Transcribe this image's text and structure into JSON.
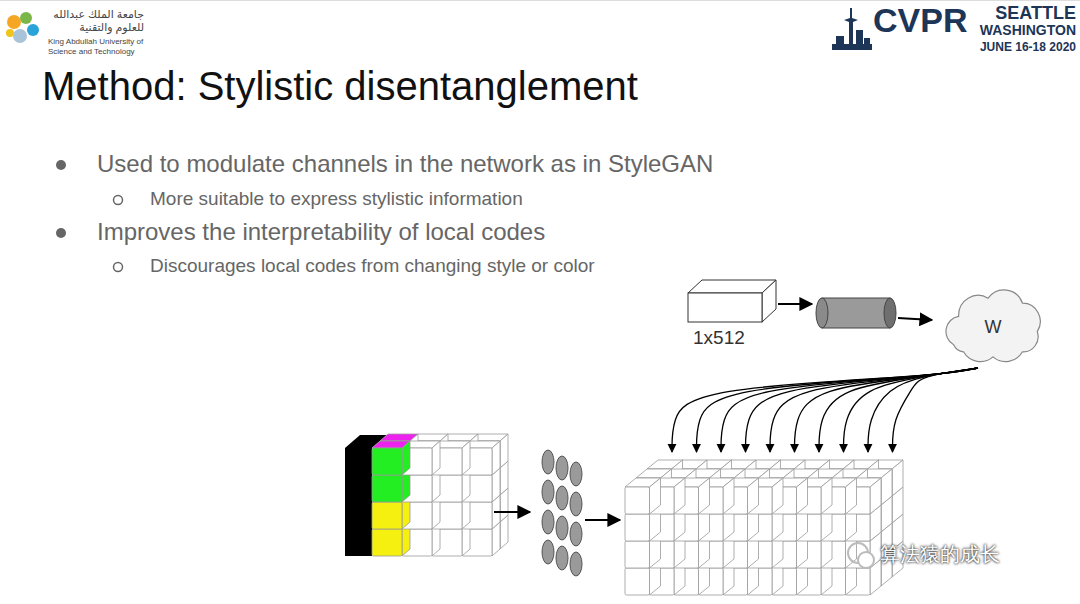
{
  "diagram": {
    "title": "Method: Stylistic disentanglement",
    "nodes": [
      {
        "text": [
          "1x512"
        ]
      },
      {
        "text": [
          "W"
        ]
      }
    ],
    "labels": [
      "جامعة الملك عبدالله",
      "للعلوم والتقنية",
      "King Abdullah University of",
      "Science and Technology",
      "CVPR",
      "SEATTLE",
      "WASHINGTON",
      "JUNE 16-18 2020",
      "Used to modulate channels in the network as in StyleGAN",
      "More suitable to express stylistic information",
      "Improves the interpretability of local codes",
      "Discourages local codes from changing style or color",
      "算法猿的成长"
    ]
  }
}
